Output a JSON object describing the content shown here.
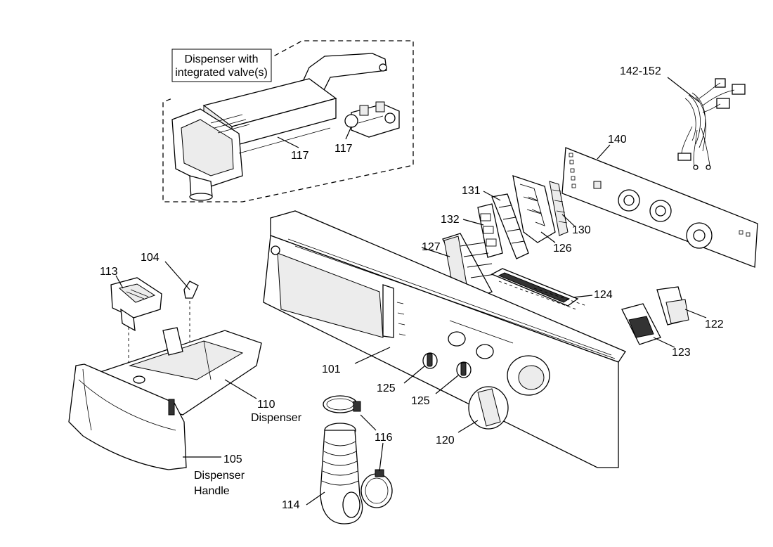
{
  "callout": {
    "line1": "Dispenser with",
    "line2": "integrated valve(s)"
  },
  "labels": {
    "l117a": "117",
    "l117b": "117",
    "l142": "142-152",
    "l140": "140",
    "l131": "131",
    "l132": "132",
    "l130": "130",
    "l127": "127",
    "l126": "126",
    "l104": "104",
    "l113": "113",
    "l124": "124",
    "l122": "122",
    "l123": "123",
    "l101": "101",
    "l125a": "125",
    "l125b": "125",
    "l110": "110",
    "l110name": "Dispenser",
    "l116": "116",
    "l120": "120",
    "l105": "105",
    "l105name1": "Dispenser",
    "l105name2": "Handle",
    "l114": "114"
  }
}
